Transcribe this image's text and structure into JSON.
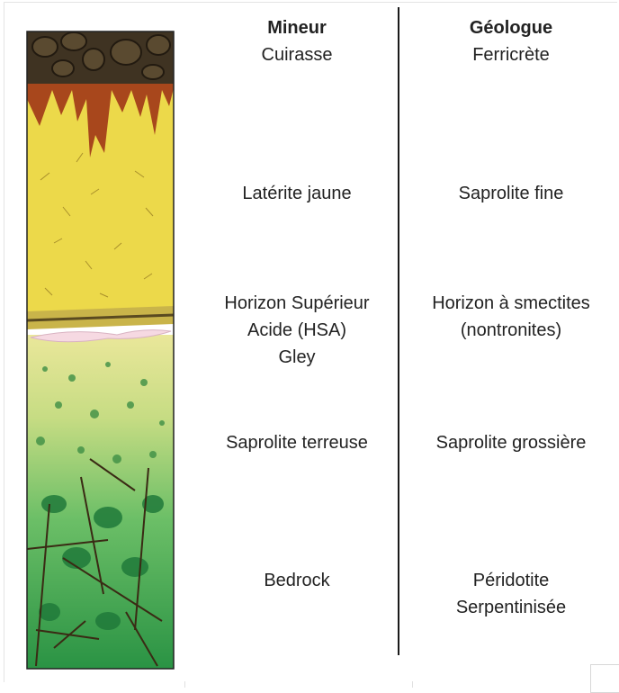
{
  "headers": {
    "miner": "Mineur",
    "geologist": "Géologue"
  },
  "rows": [
    {
      "miner": [
        "Cuirasse"
      ],
      "geologist": [
        "Ferricrète"
      ]
    },
    {
      "miner": [
        "Latérite jaune"
      ],
      "geologist": [
        "Saprolite fine"
      ]
    },
    {
      "miner": [
        "Horizon Supérieur",
        "Acide (HSA)",
        "Gley"
      ],
      "geologist": [
        "Horizon à smectites",
        "(nontronites)"
      ]
    },
    {
      "miner": [
        "Saprolite terreuse"
      ],
      "geologist": [
        "Saprolite grossière"
      ]
    },
    {
      "miner": [
        "Bedrock"
      ],
      "geologist": [
        "Péridotite",
        "Serpentinisée"
      ]
    }
  ],
  "colors": {
    "cuirasse_dark": "#4a3a26",
    "cuirasse_red": "#a8471c",
    "laterite_yellow": "#ecd94a",
    "hsa_olive": "#c9b44a",
    "hsa_pink": "#f6d9e2",
    "saprolite_pale": "#e6e38c",
    "bedrock_green": "#2f9a45",
    "divider": "#1a1a1a"
  }
}
